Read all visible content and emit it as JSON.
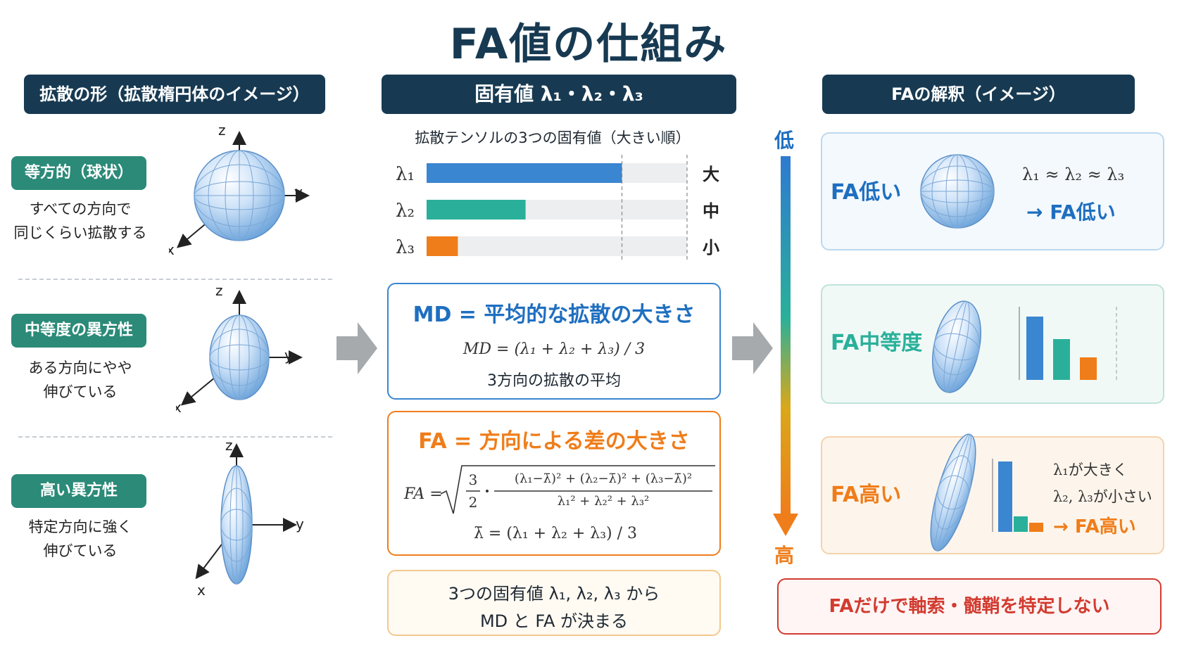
{
  "title": "FA値の仕組み",
  "left": {
    "header": "拡散の形（拡散楕円体のイメージ）",
    "rows": [
      {
        "label": "等方的（球状）",
        "desc1": "すべての方向で",
        "desc2": "同じくらい拡散する"
      },
      {
        "label": "中等度の異方性",
        "desc1": "ある方向にやや",
        "desc2": "伸びている"
      },
      {
        "label": "高い異方性",
        "desc1": "特定方向に強く",
        "desc2": "伸びている"
      }
    ],
    "axes": {
      "z": "z",
      "y": "y",
      "x": "x"
    }
  },
  "middle": {
    "header": "固有値 λ₁・λ₂・λ₃",
    "chart_caption": "拡散テンソルの3つの固有値（大きい順）",
    "md_title": "MD = 平均的な拡散の大きさ",
    "md_formula": "MD = (λ₁ + λ₂ + λ₃) / 3",
    "md_desc": "3方向の拡散の平均",
    "fa_title": "FA = 方向による差の大きさ",
    "fa_prefix": "FA =",
    "fa_frac_num": "3",
    "fa_frac_den": "2",
    "fa_numerator": "(λ₁−λ̄)² + (λ₂−λ̄)² + (λ₃−λ̄)²",
    "fa_denominator": "λ₁² + λ₂² + λ₃²",
    "fa_mean": "λ̄ = (λ₁ + λ₂ + λ₃) / 3",
    "summary1": "3つの固有値 λ₁, λ₂, λ₃ から",
    "summary2": "MD と FA が決まる"
  },
  "chart_data": {
    "type": "bar",
    "orientation": "horizontal",
    "categories": [
      "λ₁",
      "λ₂",
      "λ₃"
    ],
    "values": [
      0.75,
      0.38,
      0.12
    ],
    "size_labels": [
      "大",
      "中",
      "小"
    ],
    "colors": [
      "#3a86d0",
      "#2ab09a",
      "#ef7d1a"
    ],
    "xlim": [
      0,
      1
    ]
  },
  "scale": {
    "low": "低",
    "high": "高"
  },
  "right": {
    "header": "FAの解釈（イメージ）",
    "low_label": "FA低い",
    "low_eq": "λ₁ ≈ λ₂ ≈ λ₃",
    "low_result": "→ FA低い",
    "mid_label": "FA中等度",
    "mid_bars": [
      0.9,
      0.58,
      0.32
    ],
    "high_label": "FA高い",
    "high_bars": [
      1.0,
      0.22,
      0.13
    ],
    "high_text1": "λ₁が大きく",
    "high_text2": "λ₂, λ₃が小さい",
    "high_result": "→ FA高い",
    "warning": "FAだけで軸索・髄鞘を特定しない"
  },
  "colors": {
    "navy": "#173a52",
    "blue": "#3a86d0",
    "teal": "#2ab09a",
    "orange": "#ef7d1a",
    "red": "#d23b30"
  }
}
